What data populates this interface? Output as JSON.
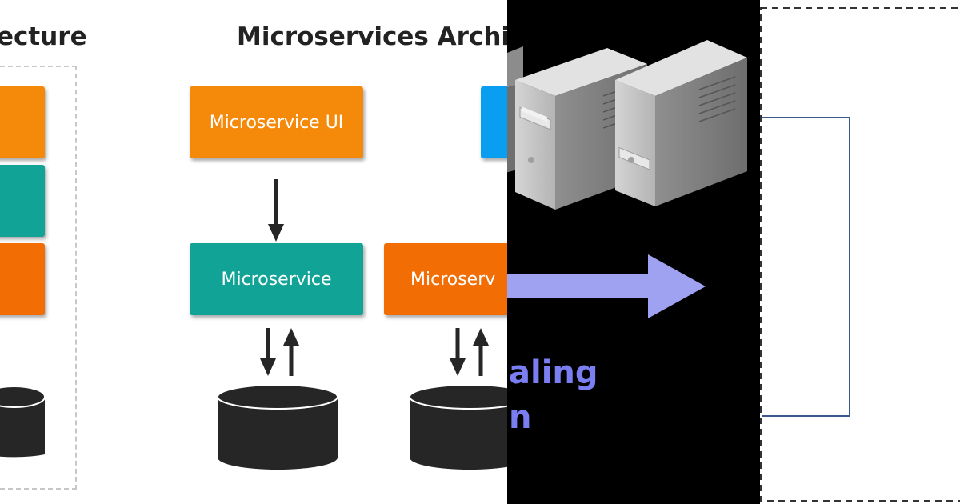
{
  "left": {
    "monolith_title_fragment": "ecture",
    "micro_title": "Microservices Archit",
    "boxes": {
      "ui": "Microservice UI",
      "service_teal": "Microservice",
      "service_orange": "Microserv"
    }
  },
  "middle": {
    "scaling_text": "aling",
    "scaling_text_line2": "n"
  },
  "colors": {
    "orange_light": "#f5890a",
    "orange_dark": "#f26e05",
    "teal": "#11a396",
    "blue": "#0a9ef0",
    "dark": "#262626",
    "arrow_purple": "#9fa2f0",
    "text_purple": "#7a7ef0",
    "right_line": "#3a5a8c"
  },
  "icons": [
    "server-tower-icon",
    "database-icon",
    "arrow-down-icon",
    "arrow-up-icon",
    "big-right-arrow-icon"
  ]
}
